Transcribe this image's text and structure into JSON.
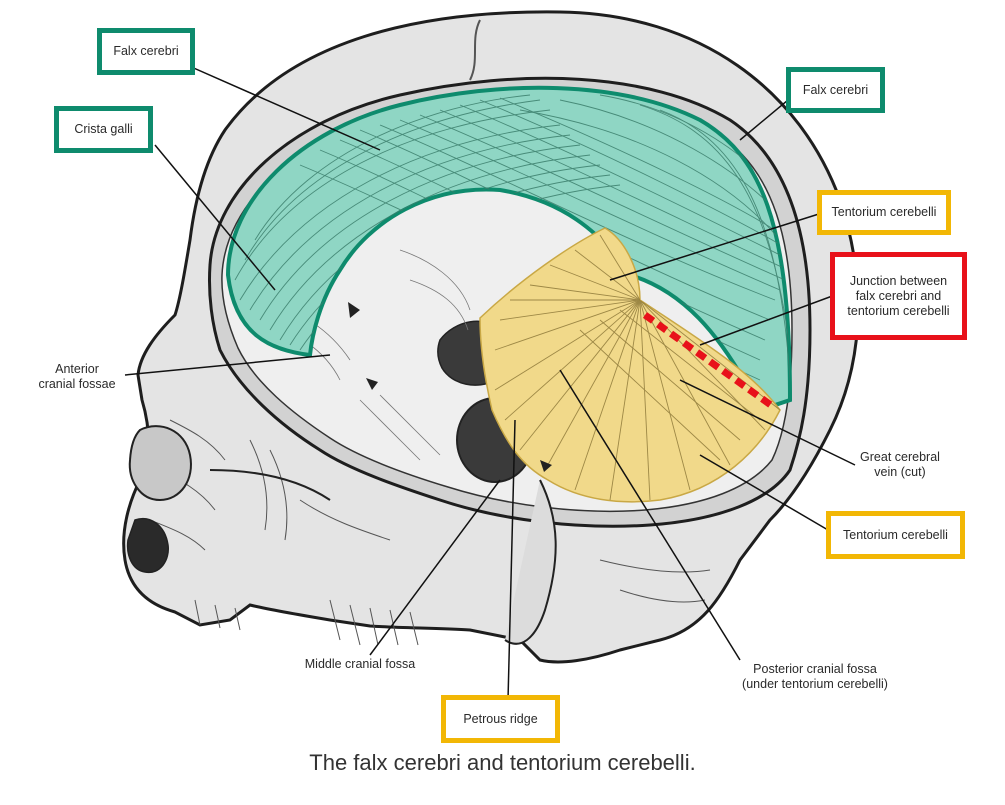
{
  "caption": "The falx cerebri and tentorium cerebelli.",
  "colors": {
    "falx_fill": "#8fd6c4",
    "falx_outline": "#0e8b6d",
    "tentorium_fill": "#f1d98a",
    "highlight_green": "#0e8b6d",
    "highlight_yellow": "#f2b705",
    "highlight_red": "#e8111a",
    "skull_fill": "#e4e4e4"
  },
  "boxed_labels": {
    "falx_cerebri_1": "Falx cerebri",
    "falx_cerebri_2": "Falx cerebri",
    "crista_galli": "Crista galli",
    "tentorium_cerebelli_1": "Tentorium cerebelli",
    "junction": "Junction between\nfalx cerebri and\ntentorium cerebelli",
    "tentorium_cerebelli_2": "Tentorium cerebelli",
    "petrous_ridge": "Petrous ridge"
  },
  "plain_labels": {
    "anterior_cranial_fossae": "Anterior\ncranial fossae",
    "great_cerebral_vein": "Great cerebral\nvein (cut)",
    "middle_cranial_fossa": "Middle cranial fossa",
    "posterior_cranial_fossa": "Posterior cranial fossa\n(under tentorium cerebelli)"
  }
}
